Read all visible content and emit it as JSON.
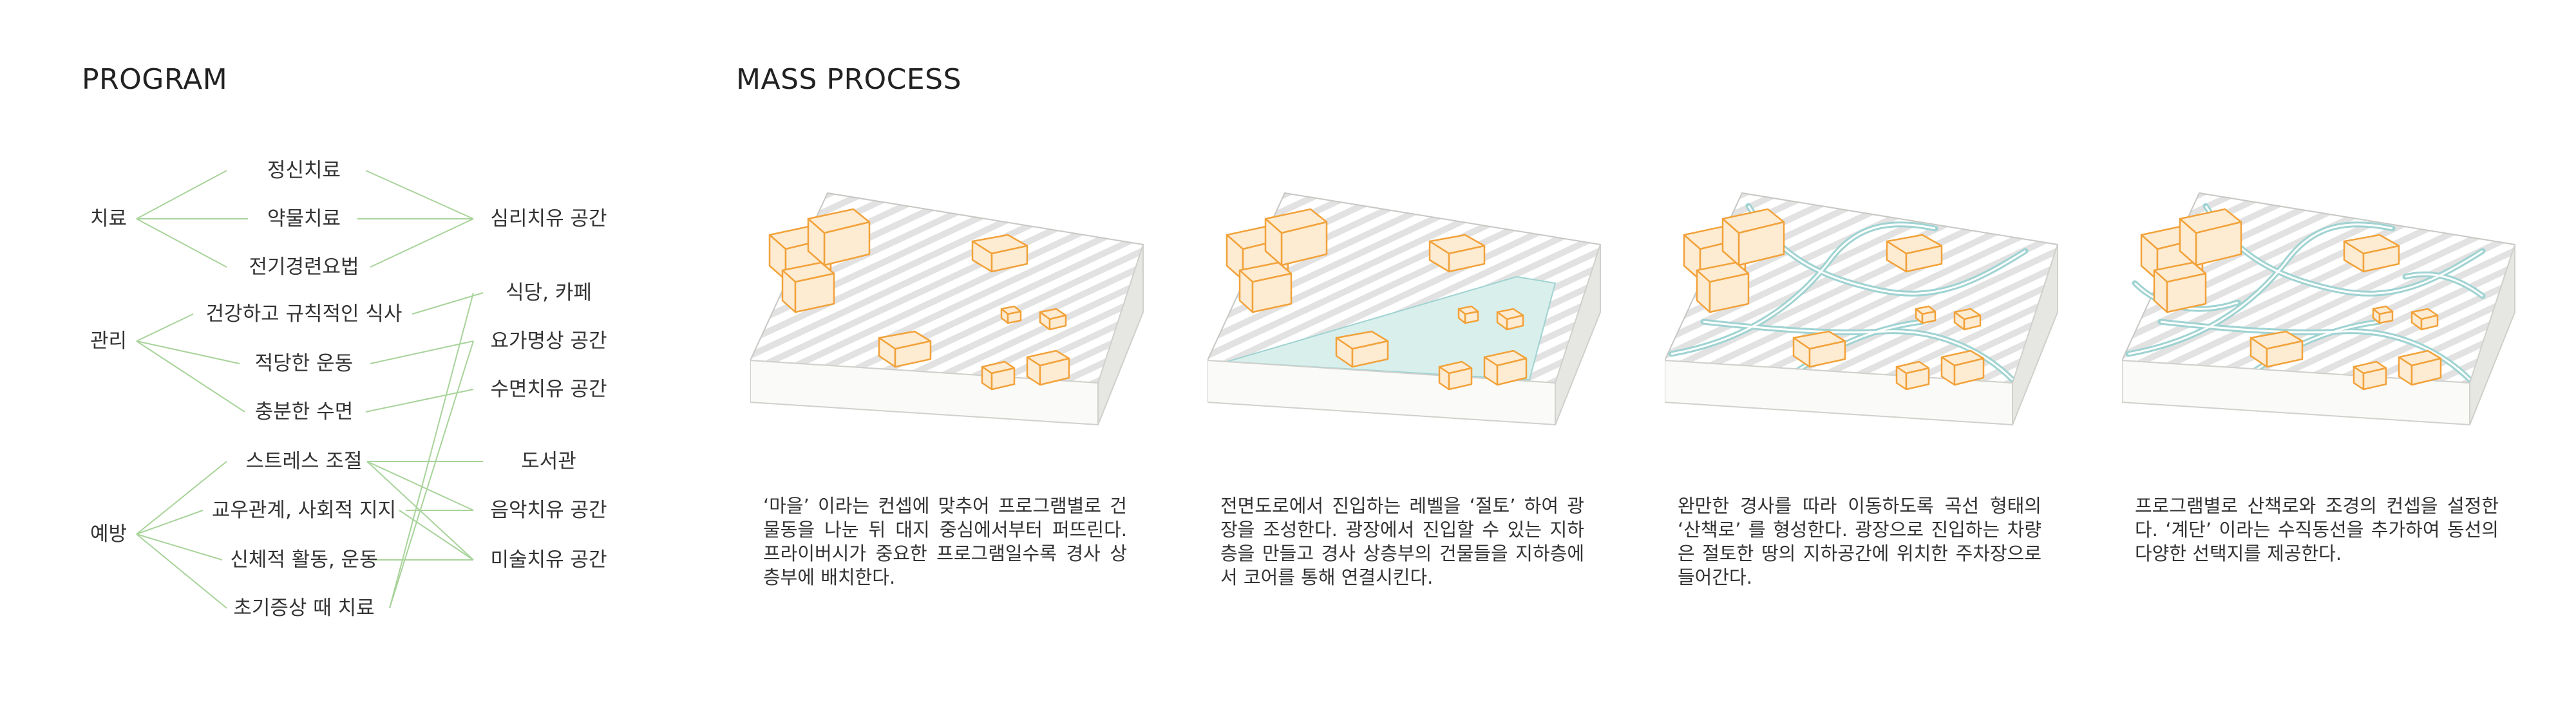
{
  "program": {
    "title": "PROGRAM",
    "categories": [
      "치료",
      "관리",
      "예방"
    ],
    "items": [
      "정신치료",
      "약물치료",
      "전기경련요법",
      "건강하고 규칙적인 식사",
      "적당한 운동",
      "충분한 수면",
      "스트레스 조절",
      "교우관계, 사회적 지지",
      "신체적 활동, 운동",
      "초기증상 때 치료"
    ],
    "spaces": [
      "심리치유 공간",
      "식당, 카페",
      "요가명상 공간",
      "수면치유 공간",
      "도서관",
      "음악치유 공간",
      "미술치유 공간"
    ]
  },
  "mass": {
    "title": "MASS PROCESS",
    "captions": [
      "‘마을’ 이라는 컨셉에 맞추어 프로그램별로 건물동을 나눈 뒤 대지 중심에서부터 퍼뜨린다. 프라이버시가 중요한 프로그램일수록 경사 상층부에 배치한다.",
      "전면도로에서 진입하는 레벨을 ‘절토’ 하여 광장을 조성한다. 광장에서 진입할 수 있는 지하층을 만들고 경사 상층부의 건물들을 지하층에서 코어를 통해 연결시킨다.",
      "완만한 경사를 따라 이동하도록 곡선 형태의 ‘산책로’ 를 형성한다. 광장으로 진입하는 차량은 절토한 땅의 지하공간에 위치한 주차장으로 들어간다.",
      "프로그램별로 산책로와 조경의 컨셉을 설정한다. ‘계단’ 이라는 수직동선을 추가하여 동선의 다양한 선택지를 제공한다."
    ]
  },
  "colors": {
    "line": "#a8d39a",
    "mass_stroke": "#f2a23a",
    "mass_fill": "#fdebd2",
    "path": "#9fd3d2",
    "site_stripe": "#d8d8d8"
  }
}
